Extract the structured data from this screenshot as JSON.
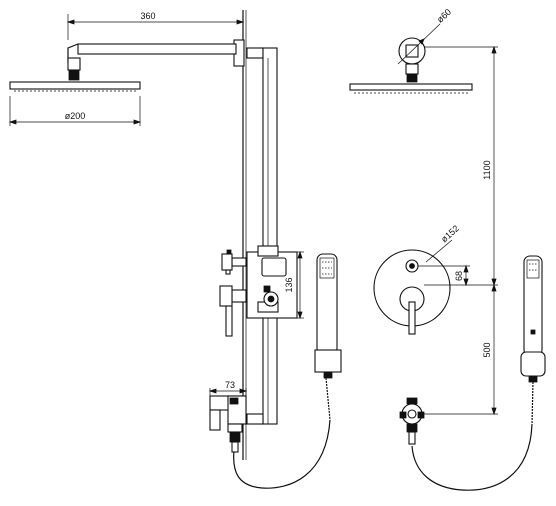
{
  "dimensions": {
    "arm_length": "360",
    "head_diameter": "ø200",
    "flange_diameter": "ø60",
    "riser_height": "1100",
    "valve_height": "136",
    "plate_diameter": "ø152",
    "handle_offset": "68",
    "outlet_height": "500",
    "spout_length": "73"
  },
  "colors": {
    "line": "#111111",
    "background": "#ffffff"
  }
}
